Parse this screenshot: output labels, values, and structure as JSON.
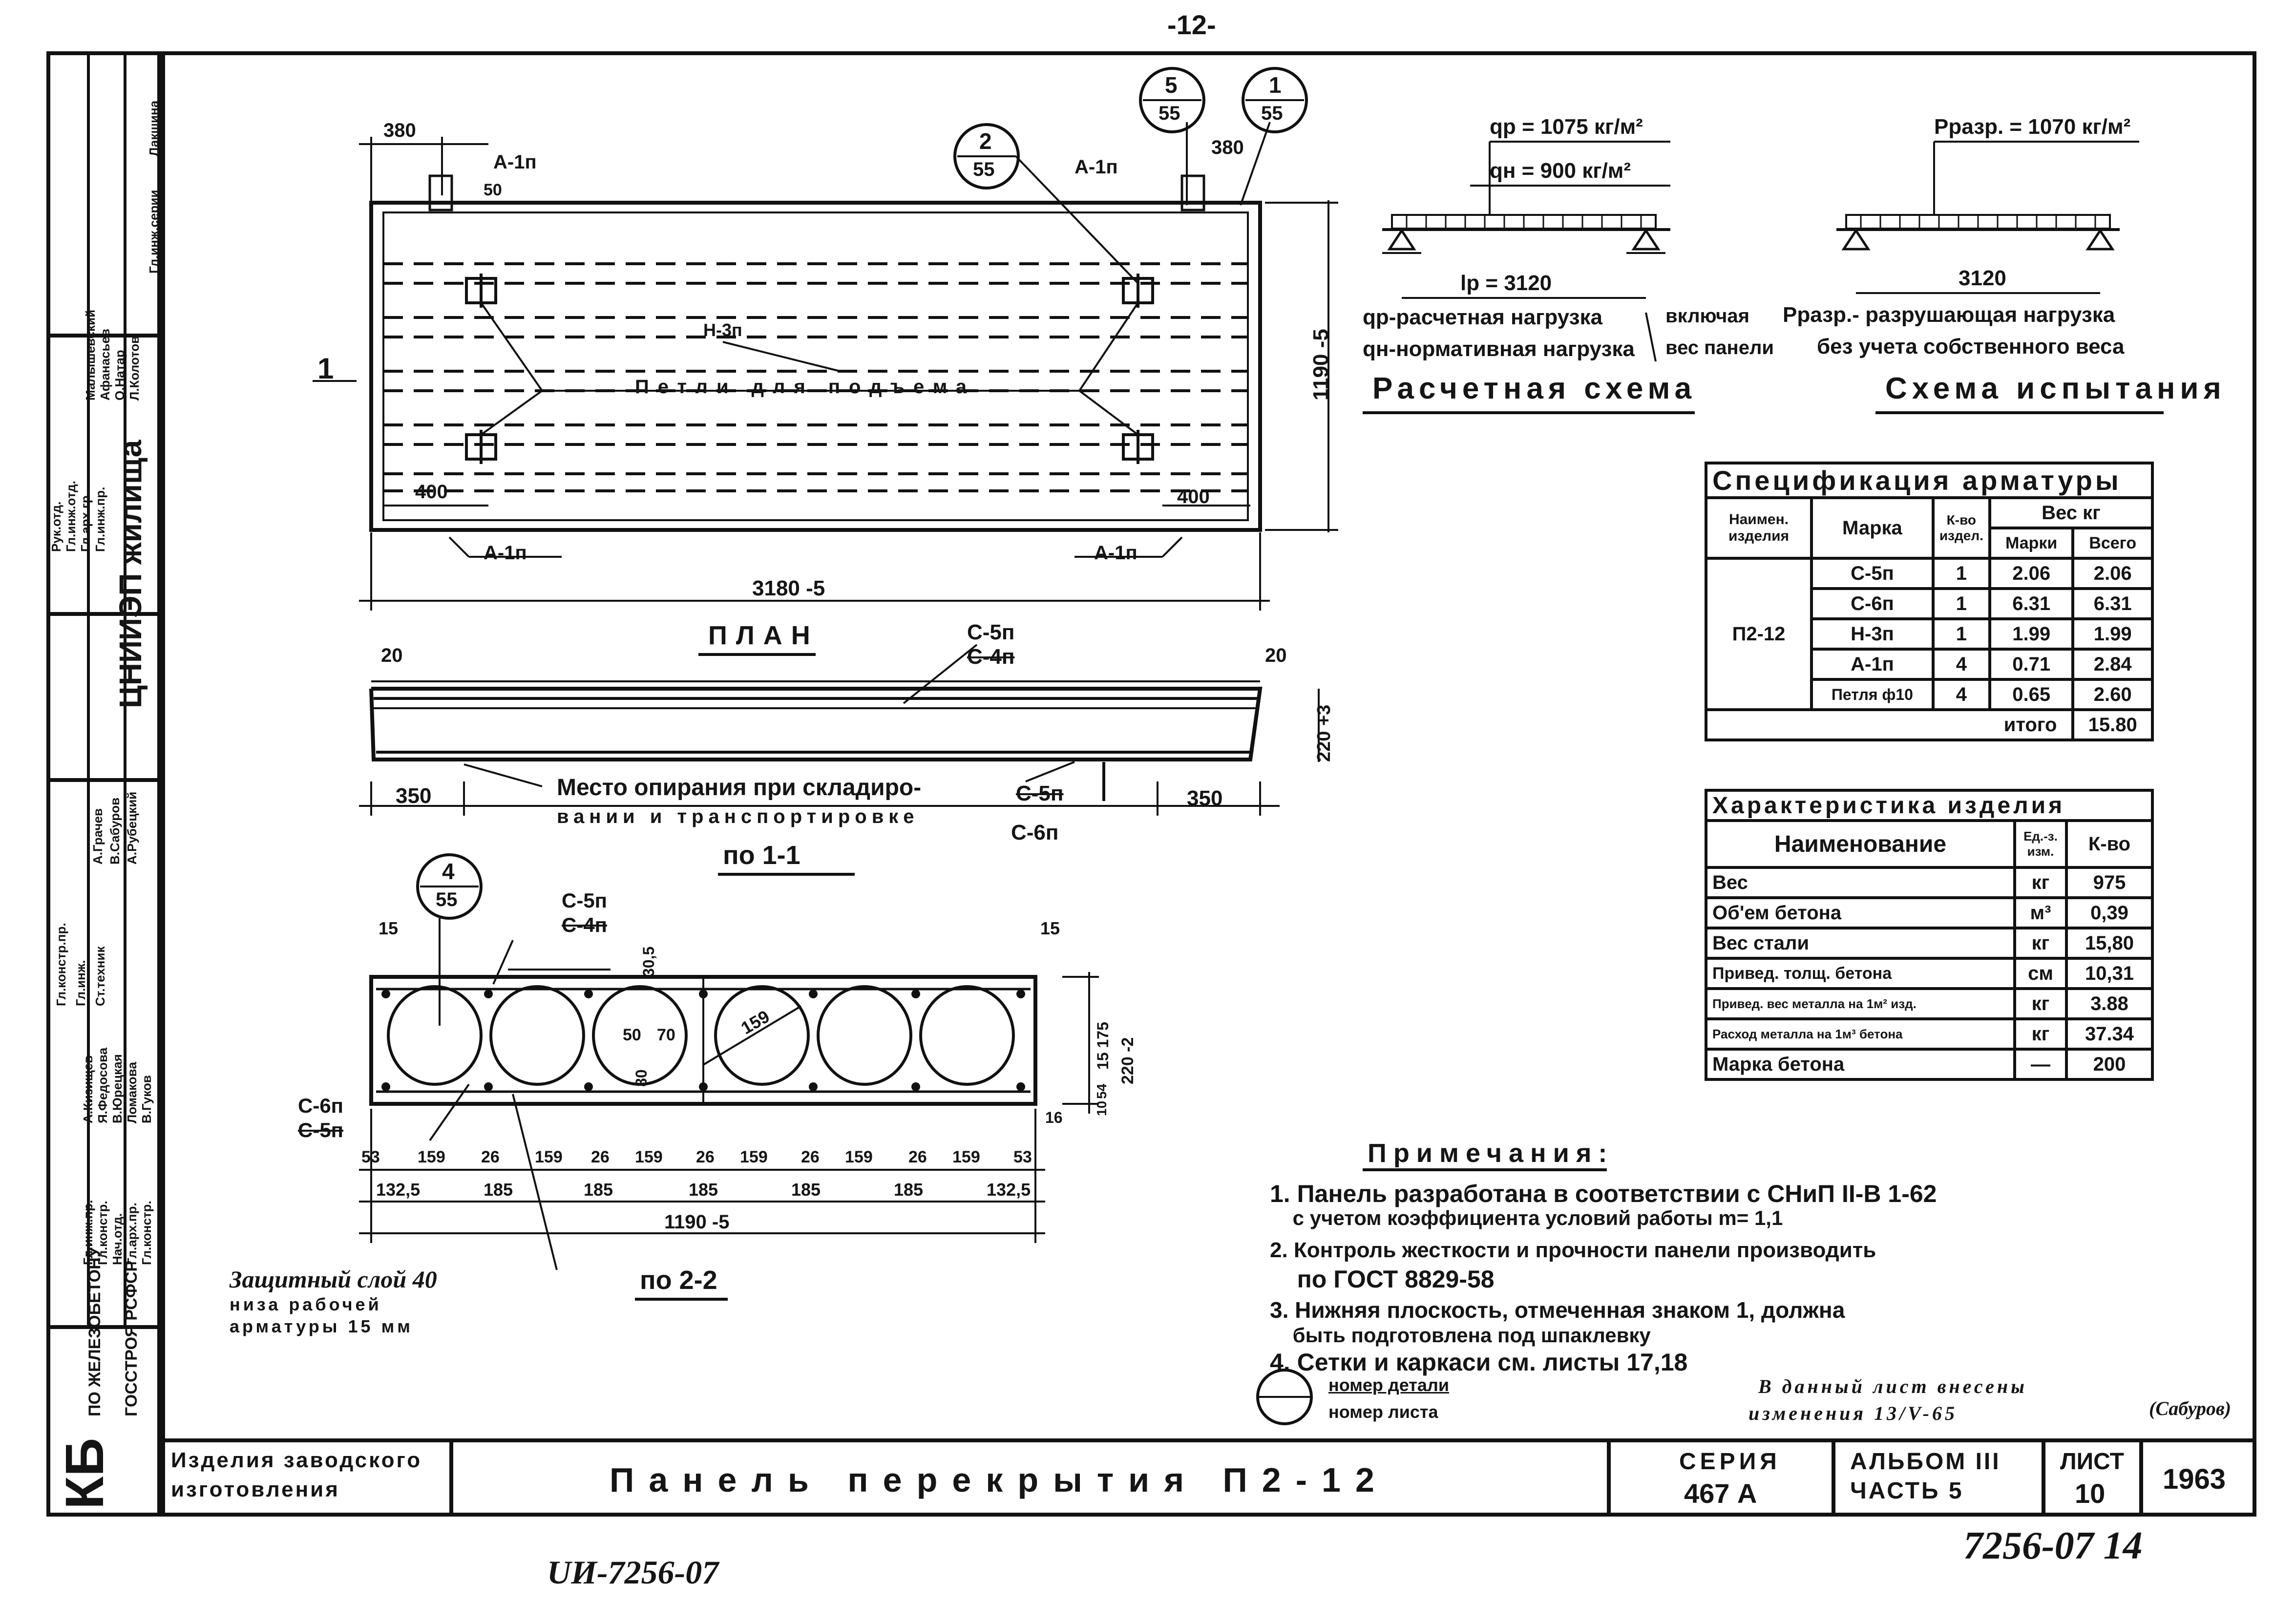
{
  "page_number": "-12-",
  "sidebar": {
    "org_line1": "КБ",
    "org_line2": "ПО ЖЕЛЕЗОБЕТОНУ",
    "org_line3": "ГОССТРОЯ РСФСР",
    "institute": "ЦНИИЭП жилища",
    "staff_block1": [
      "Рук.отд.",
      "Гл.инж.отд.",
      "Гл.арх.гр.",
      "Гл.инж.пр.",
      "Гл.инж.серии"
    ],
    "names_block1": [
      "Малышевский",
      "Афанасьев",
      "О.Натар",
      "Л.Колотов",
      "Лакшина"
    ],
    "staff_block2": [
      "Гл.констр.пр.",
      "Гл.инж.",
      "Ст.техник"
    ],
    "names_block2": [
      "А.Грачев",
      "В.Сабуров",
      "А.Рубецкий"
    ],
    "staff_block3": [
      "Гл.инж.пр.",
      "Гл.констр.",
      "Нач.отд.",
      "Гл.арх.пр.",
      "Гл.констр."
    ],
    "names_block3": [
      "А.Кизищев",
      "Я.Федосова",
      "В.Юрецкая",
      "Ломакова",
      "В.Гуков"
    ]
  },
  "plan": {
    "title": "ПЛАН",
    "overall_length": "3180 -5",
    "width": "1190 -5",
    "dim_380_left": "380",
    "dim_380_right": "380",
    "dim_50": "50",
    "dim_400_left": "400",
    "dim_400_right": "400",
    "label_a1p_tl": "А-1п",
    "label_a1p_tr": "А-1п",
    "label_a1p_bl": "А-1п",
    "label_a1p_br": "А-1п",
    "label_n3p": "Н-3п",
    "loops_label": "Петли для подъема",
    "section_mark": "1",
    "callout_2": {
      "top": "2",
      "bottom": "55"
    },
    "callout_5": {
      "top": "5",
      "bottom": "55"
    },
    "callout_1": {
      "top": "1",
      "bottom": "55"
    }
  },
  "section11": {
    "title": "по 1-1",
    "c5p_top": "С-5п",
    "c4p_top": "С-4п",
    "dim_20_left": "20",
    "dim_20_right": "20",
    "dim_220": "220 +3",
    "dim_350_left": "350",
    "dim_350_right": "350",
    "support_note_line1": "Место опирания при складиро-",
    "support_note_line2": "вании и транспортировке",
    "c5p_bottom": "С-5п",
    "c6p_bottom": "С-6п"
  },
  "section22": {
    "title": "по 2-2",
    "callout_4": {
      "top": "4",
      "bottom": "55"
    },
    "c5p_top": "С-5п",
    "c4p_top": "С-4п",
    "c6p_left": "С-6п",
    "c5p_left": "С-5п",
    "dim_15_left": "15",
    "dim_15_right": "15",
    "dim_30_5": "30,5",
    "dim_50": "50",
    "dim_70": "70",
    "dim_80": "80",
    "dim_159_diag": "159",
    "dim_15_175": "15 175",
    "dim_220": "220 -2",
    "dim_10": "10",
    "dim_54": "54",
    "dim_16": "16",
    "top_row_dims": [
      "53",
      "159",
      "26",
      "159",
      "26",
      "159",
      "26",
      "159",
      "26",
      "159",
      "26",
      "159",
      "53"
    ],
    "mid_row_dims": [
      "132,5",
      "185",
      "185",
      "185",
      "185",
      "185",
      "132,5"
    ],
    "total_width": "1190 -5",
    "cover_note_line1": "Защитный слой 40",
    "cover_note_line2": "низа рабочей",
    "cover_note_line3": "арматуры 15 мм"
  },
  "calc_scheme": {
    "qp": "qр = 1075 кг/м²",
    "qn": "qн = 900 кг/м²",
    "lp": "lр = 3120",
    "desc_line1": "qр-расчетная нагрузка",
    "desc_line2": "qн-нормативная нагрузка",
    "desc_bracket1": "включая",
    "desc_bracket2": "вес панели",
    "title": "Расчетная схема"
  },
  "test_scheme": {
    "p": "Рразр. = 1070 кг/м²",
    "span": "3120",
    "desc_line1": "Рразр.- разрушающая нагрузка",
    "desc_line2": "без учета собственного веса",
    "title": "Схема испытания"
  },
  "spec_table": {
    "title": "Спецификация арматуры",
    "col_product": "Наимен. изделия",
    "col_mark": "Марка",
    "col_qty": "К-во издел.",
    "col_weight": "Вес кг",
    "col_weight_mark": "Марки",
    "col_weight_total": "Всего",
    "product": "П2-12",
    "rows": [
      {
        "mark": "С-5п",
        "qty": "1",
        "w": "2.06",
        "total": "2.06"
      },
      {
        "mark": "С-6п",
        "qty": "1",
        "w": "6.31",
        "total": "6.31"
      },
      {
        "mark": "Н-3п",
        "qty": "1",
        "w": "1.99",
        "total": "1.99"
      },
      {
        "mark": "А-1п",
        "qty": "4",
        "w": "0.71",
        "total": "2.84"
      },
      {
        "mark": "Петля ф10",
        "qty": "4",
        "w": "0.65",
        "total": "2.60"
      }
    ],
    "total_label": "итого",
    "total_value": "15.80"
  },
  "char_table": {
    "title": "Характеристика изделия",
    "col_name": "Наименование",
    "col_unit": "Ед.-з. изм.",
    "col_qty": "К-во",
    "rows": [
      {
        "name": "Вес",
        "unit": "кг",
        "value": "975"
      },
      {
        "name": "Об'ем бетона",
        "unit": "м³",
        "value": "0,39"
      },
      {
        "name": "Вес стали",
        "unit": "кг",
        "value": "15,80"
      },
      {
        "name": "Привед. толщ. бетона",
        "unit": "см",
        "value": "10,31"
      },
      {
        "name": "Привед. вес металла на 1м² изд.",
        "unit": "кг",
        "value": "3.88"
      },
      {
        "name": "Расход металла на 1м³ бетона",
        "unit": "кг",
        "value": "37.34"
      },
      {
        "name": "Марка бетона",
        "unit": "—",
        "value": "200"
      }
    ]
  },
  "notes": {
    "title": "Примечания:",
    "items": [
      "1. Панель разработана в соответствии с СНиП II-В 1-62",
      "    с учетом коэффициента условий работы m= 1,1",
      "2. Контроль жесткости и прочности панели производить",
      "    по ГОСТ 8829-58",
      "3. Нижняя плоскость, отмеченная знаком 1, должна",
      "    быть подготовлена под шпаклевку",
      "4. Сетки и каркаси см. листы 17,18"
    ],
    "legend_top": "номер детали",
    "legend_bottom": "номер листа",
    "revision_line1": "В данный лист внесены",
    "revision_line2": "изменения 13/V-65",
    "revision_name": "(Сабуров)"
  },
  "title_block": {
    "category_line1": "Изделия заводского",
    "category_line2": "изготовления",
    "name": "Панель перекрытия П2-12",
    "series_label": "СЕРИЯ",
    "series_value": "467 А",
    "album_label": "АЛЬБОМ III",
    "album_part": "ЧАСТЬ 5",
    "sheet_label": "ЛИСТ",
    "sheet_value": "10",
    "year": "1963"
  },
  "bottom_left_code": "UИ-7256-07",
  "bottom_right_code": "7256-07 14"
}
